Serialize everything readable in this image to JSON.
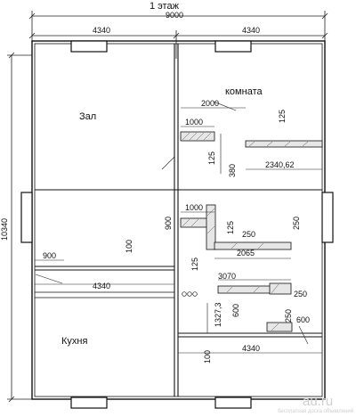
{
  "title": "1 этаж",
  "rooms": {
    "hall": "Зал",
    "room": "комната",
    "kitchen": "Кухня"
  },
  "dimensions": {
    "total_width": "9000",
    "left_width_top": "4340",
    "right_width_top": "4340",
    "total_height": "10340",
    "stair_upper_run": "2000",
    "stair_upper_step": "1000",
    "stair_upper_h125a": "125",
    "stair_upper_h125b": "125",
    "stair_upper_h380": "380",
    "stair_upper_len": "2340,62",
    "stair_mid_step": "1000",
    "stair_mid_h900": "900",
    "stair_mid_h125a": "125",
    "stair_mid_w250a": "250",
    "stair_mid_h250": "250",
    "stair_mid_h125b": "125",
    "stair_mid_len": "2065",
    "wall_900": "900",
    "wall_100": "100",
    "partition_width": "4340",
    "stair_low_len": "3070",
    "stair_low_w250": "250",
    "stair_low_1327": "1327,3",
    "stair_low_600a": "600",
    "stair_low_h250": "250",
    "stair_low_600b": "600",
    "bottom_100": "100",
    "bottom_4340": "4340"
  },
  "watermark": {
    "site": "au.ru",
    "caption": "бесплатная доска объявлений"
  }
}
